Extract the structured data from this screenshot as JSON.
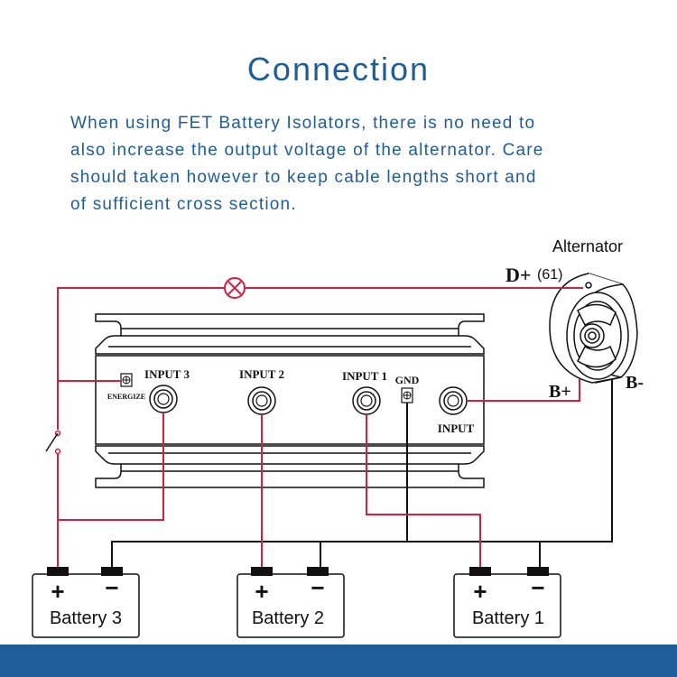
{
  "title": "Connection",
  "description_lines": [
    "When using FET Battery Isolators, there is no need to",
    "also increase the output voltage of the alternator. Care",
    "should taken however to keep cable lengths short and",
    "of sufficient cross section."
  ],
  "labels": {
    "alternator": "Alternator",
    "d_plus": "D+",
    "d_plus_terminal": "(61)",
    "b_plus": "B+",
    "b_minus": "B-",
    "input_3": "INPUT 3",
    "input_2": "INPUT 2",
    "input_1": "INPUT 1",
    "gnd": "GND",
    "input": "INPUT",
    "energize": "ENERGIZE",
    "battery_1": "Battery 1",
    "battery_2": "Battery 2",
    "battery_3": "Battery 3",
    "plus": "+",
    "minus": "−"
  },
  "colors": {
    "title": "#1f5d99",
    "positive_wire": "#d81e3c",
    "ground_wire": "#111111",
    "footer": "#1f5d99"
  }
}
